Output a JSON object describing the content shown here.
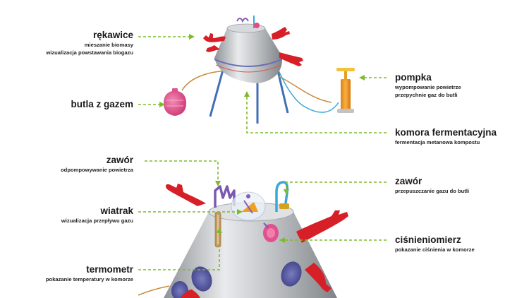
{
  "labels": {
    "rekawice": {
      "title": "rękawice",
      "lines": [
        "mieszanie biomasy",
        "wizualizacja powstawania biogazu"
      ]
    },
    "butla": {
      "title": "butla z gazem"
    },
    "pompka": {
      "title": "pompka",
      "lines": [
        "wypompowanie powietrze",
        "przepychnie gaz do butli"
      ]
    },
    "komora": {
      "title": "komora fermentacyjna",
      "lines": [
        "fermentacja metanowa kompostu"
      ]
    },
    "zawor_left": {
      "title": "zawór",
      "lines": [
        "odpompowywanie powietrza"
      ]
    },
    "zawor_right": {
      "title": "zawór",
      "lines": [
        "przepuszczanie gazu do butli"
      ]
    },
    "wiatrak": {
      "title": "wiatrak",
      "lines": [
        "wizualizacja przepływu gazu"
      ]
    },
    "cisnieniomierz": {
      "title": "ciśnieniomierz",
      "lines": [
        "pokazanie ciśnienia w komorze"
      ]
    },
    "termometr": {
      "title": "termometr",
      "lines": [
        "pokazanie temperatury w komorze"
      ]
    }
  },
  "colors": {
    "leader": "#7dbb2a",
    "glove": "#d61f26",
    "metal": "#b9bcc0",
    "bottle": "#e2508e",
    "pump": "#f39a1e",
    "legs": "#3f6fb5",
    "hose": "#38a8d8"
  }
}
